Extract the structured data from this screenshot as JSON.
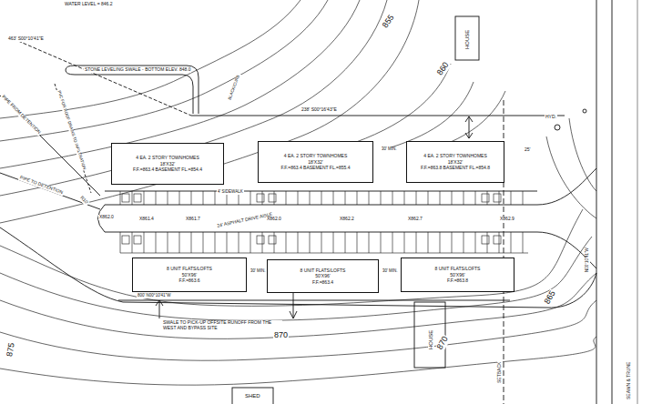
{
  "diagram": {
    "nodes": [
      {
        "text": [
          "4 EA. 2 STORY TOWNHOMES",
          "18'X32'",
          "F.F.=863.4 BASEMENT FL.=854.4"
        ]
      },
      {
        "text": [
          "4 EA. 2 STORY TOWNHOMES",
          "18'X32'",
          "F.F.=863.4 BASEMENT FL.=855.4"
        ]
      },
      {
        "text": [
          "4 EA. 2 STORY TOWNHOMES",
          "18'X32'",
          "F.F.=863.8 BASEMENT FL.=854.8"
        ]
      },
      {
        "text": [
          "8 UNIT FLATS/LOFTS",
          "50'X96'",
          "F.F.=863.6"
        ]
      },
      {
        "text": [
          "8 UNIT FLATS/LOFTS",
          "50'X96'",
          "F.F.=863.4"
        ]
      },
      {
        "text": [
          "8 UNIT FLATS/LOFTS",
          "50'X96'",
          "F.F.=863.8"
        ]
      }
    ],
    "labels": [
      "WATER LEVEL = 846.2",
      "463' S00°10'41\"E",
      "855",
      "860",
      "865",
      "870",
      "875",
      "870",
      "HOUSE",
      "HOUSE",
      "SHED",
      "STONE LEVELING SWALE - BOTTOM ELEV. 848.0",
      "PIPE FROM DETENTION",
      "PIPE TO DETENTION",
      "PVC FOR ROOF DRAINS TO INFILTRATION",
      "238' S00°16'43\"E",
      "BLACK/CURB",
      "4' SIDEWALK",
      "24' ASPHALT DRIVE AISLE",
      "X862.0",
      "X861.4",
      "X861.7",
      "X862.0",
      "X862.2",
      "X862.7",
      "X862.9",
      "30' MIN.",
      "30' MIN.",
      "30' MIN.",
      "25'",
      "HYD.",
      "SWALE TO PICK-UP OFFSITE RUNOFF FROM THE WEST AND BYPASS SITE",
      "800' N00°10'41\"W",
      "SETBACK",
      "SEAWN & TRUNE",
      "R10'",
      "N00°10'41\"W"
    ]
  }
}
